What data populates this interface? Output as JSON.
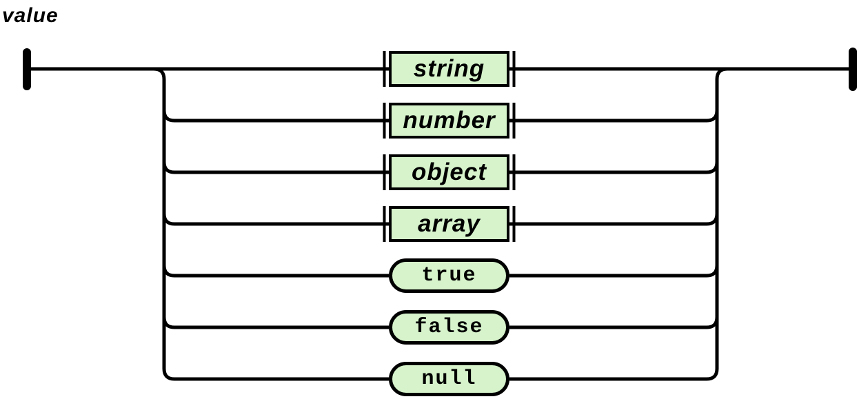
{
  "diagram": {
    "title": "value",
    "type": "railroad-syntax-diagram",
    "colors": {
      "background": "#ffffff",
      "line": "#000000",
      "node_fill": "#d6f3cb",
      "node_border": "#000000",
      "text": "#000000"
    },
    "nodes": [
      {
        "label": "string",
        "kind": "non-terminal"
      },
      {
        "label": "number",
        "kind": "non-terminal"
      },
      {
        "label": "object",
        "kind": "non-terminal"
      },
      {
        "label": "array",
        "kind": "non-terminal"
      },
      {
        "label": "true",
        "kind": "terminal"
      },
      {
        "label": "false",
        "kind": "terminal"
      },
      {
        "label": "null",
        "kind": "terminal"
      }
    ]
  }
}
